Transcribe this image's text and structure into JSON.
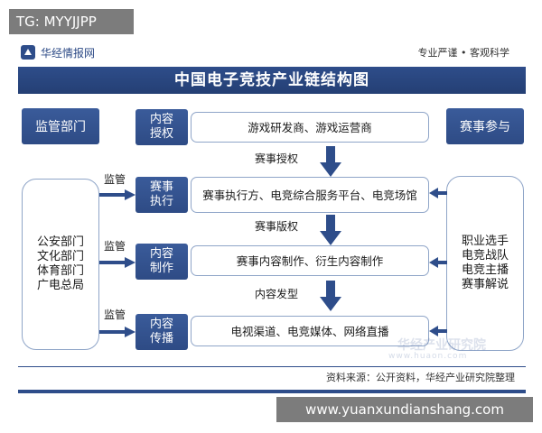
{
  "overlay": {
    "tag": "TG: MYYJJPP",
    "url": "www.yuanxundianshang.com"
  },
  "header": {
    "brand": "华经情报网",
    "slogan": "专业严谨 • 客观科学",
    "title": "中国电子竞技产业链结构图"
  },
  "left": {
    "header": "监管部门",
    "agencies": [
      "公安部门",
      "文化部门",
      "体育部门",
      "广电总局"
    ],
    "supervise_label": "监管"
  },
  "right": {
    "header": "赛事参与",
    "participants": [
      "职业选手",
      "电竞战队",
      "电竞主播",
      "赛事解说"
    ]
  },
  "stages": [
    {
      "label": [
        "内容",
        "授权"
      ],
      "content": "游戏研发商、游戏运营商"
    },
    {
      "label": [
        "赛事",
        "执行"
      ],
      "content": "赛事执行方、电竞综合服务平台、电竞场馆"
    },
    {
      "label": [
        "内容",
        "制作"
      ],
      "content": "赛事内容制作、衍生内容制作"
    },
    {
      "label": [
        "内容",
        "传播"
      ],
      "content": "电视渠道、电竞媒体、网络直播"
    }
  ],
  "flows": [
    "赛事授权",
    "赛事版权",
    "内容发型"
  ],
  "watermark": {
    "text": "华经产业研究院",
    "url": "www.huaon.com"
  },
  "footer": {
    "source": "资料来源：公开资料，华经产业研究院整理"
  },
  "colors": {
    "primary_blue": "#2e4d8a",
    "outline_blue": "#8fa5c8"
  }
}
